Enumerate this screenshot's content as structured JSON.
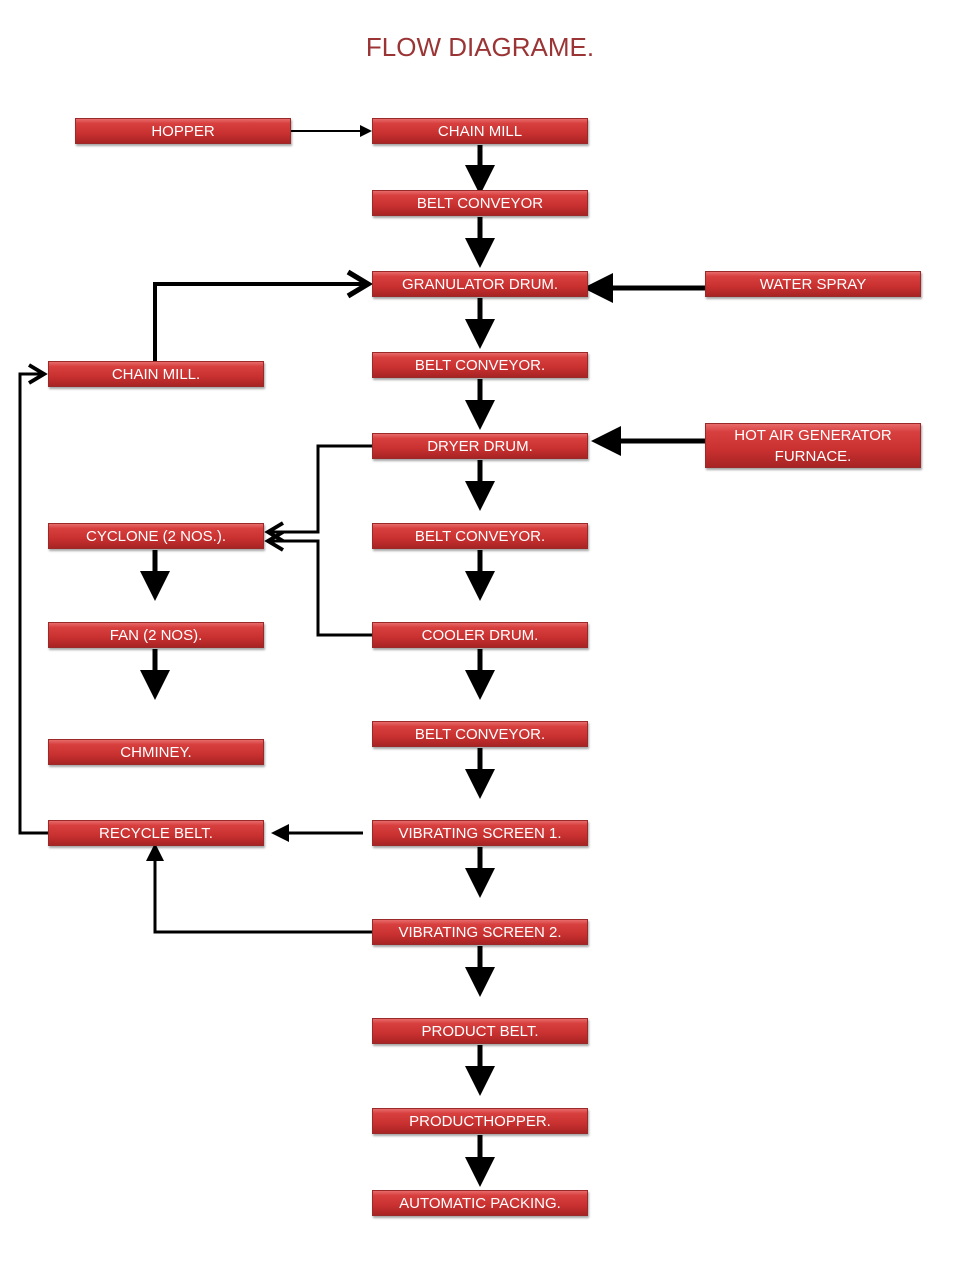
{
  "title": "FLOW DIAGRAME.",
  "nodes": {
    "hopper": "HOPPER",
    "chain_mill": "CHAIN MILL",
    "belt_conveyor_1": "BELT CONVEYOR",
    "granulator_drum": "GRANULATOR DRUM.",
    "water_spray": "WATER SPRAY",
    "chain_mill_2": "CHAIN MILL.",
    "belt_conveyor_2": "BELT CONVEYOR.",
    "dryer_drum": "DRYER DRUM.",
    "hot_air_1": "HOT AIR GENERATOR",
    "hot_air_2": "FURNACE.",
    "cyclone": "CYCLONE (2 NOS.).",
    "belt_conveyor_3": "BELT CONVEYOR.",
    "fan": "FAN (2 NOS).",
    "cooler_drum": "COOLER DRUM.",
    "chminey": "CHMINEY.",
    "belt_conveyor_4": "BELT CONVEYOR.",
    "recycle_belt": "RECYCLE BELT.",
    "vibrating_screen_1": "VIBRATING SCREEN 1.",
    "vibrating_screen_2": "VIBRATING SCREEN 2.",
    "product_belt": "PRODUCT BELT.",
    "product_hopper": "PRODUCTHOPPER.",
    "automatic_packing": "AUTOMATIC PACKING."
  }
}
